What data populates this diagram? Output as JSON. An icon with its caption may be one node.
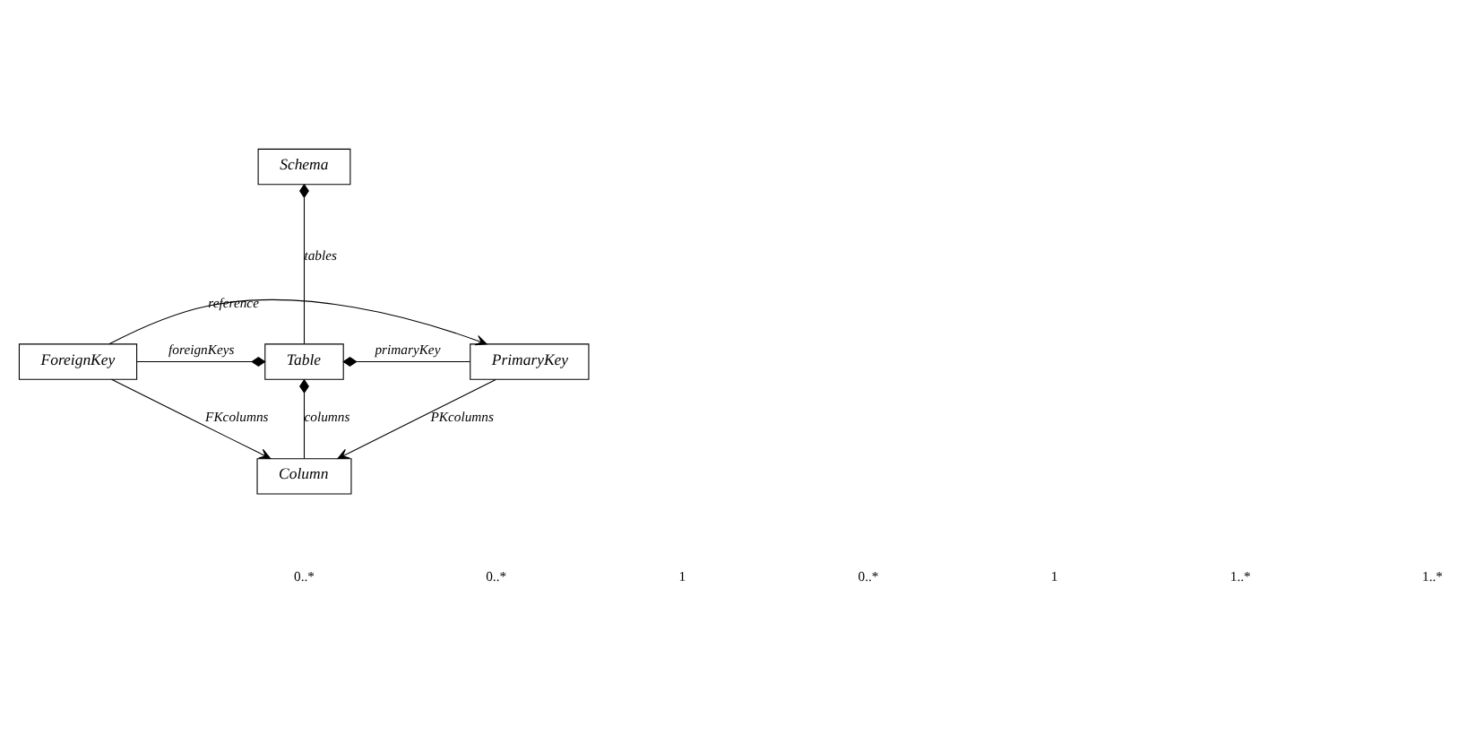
{
  "diagram": {
    "nodes": [
      {
        "text": [
          "Schema"
        ]
      },
      {
        "text": [
          "ForeignKey"
        ]
      },
      {
        "text": [
          "Table"
        ]
      },
      {
        "text": [
          "PrimaryKey"
        ]
      },
      {
        "text": [
          "Column"
        ]
      }
    ],
    "edges": [
      {
        "from": 0,
        "to": 2,
        "arrow": "other",
        "label": "tables"
      },
      {
        "from": 2,
        "to": 1,
        "arrow": "other",
        "label": "foreignKeys"
      },
      {
        "from": 2,
        "to": 3,
        "arrow": "other",
        "label": "primaryKey"
      },
      {
        "from": 2,
        "to": 4,
        "arrow": "other",
        "label": "columns"
      },
      {
        "from": 1,
        "to": 4,
        "arrow": "to",
        "label": "FKcolumns"
      },
      {
        "from": 3,
        "to": 4,
        "arrow": "to",
        "label": "PKcolumns"
      },
      {
        "from": 1,
        "to": 3,
        "arrow": "to",
        "label": "reference"
      }
    ],
    "labels": [
      "0..*",
      "0..*",
      "1",
      "0..*",
      "1",
      "1..*",
      "1..*"
    ]
  }
}
